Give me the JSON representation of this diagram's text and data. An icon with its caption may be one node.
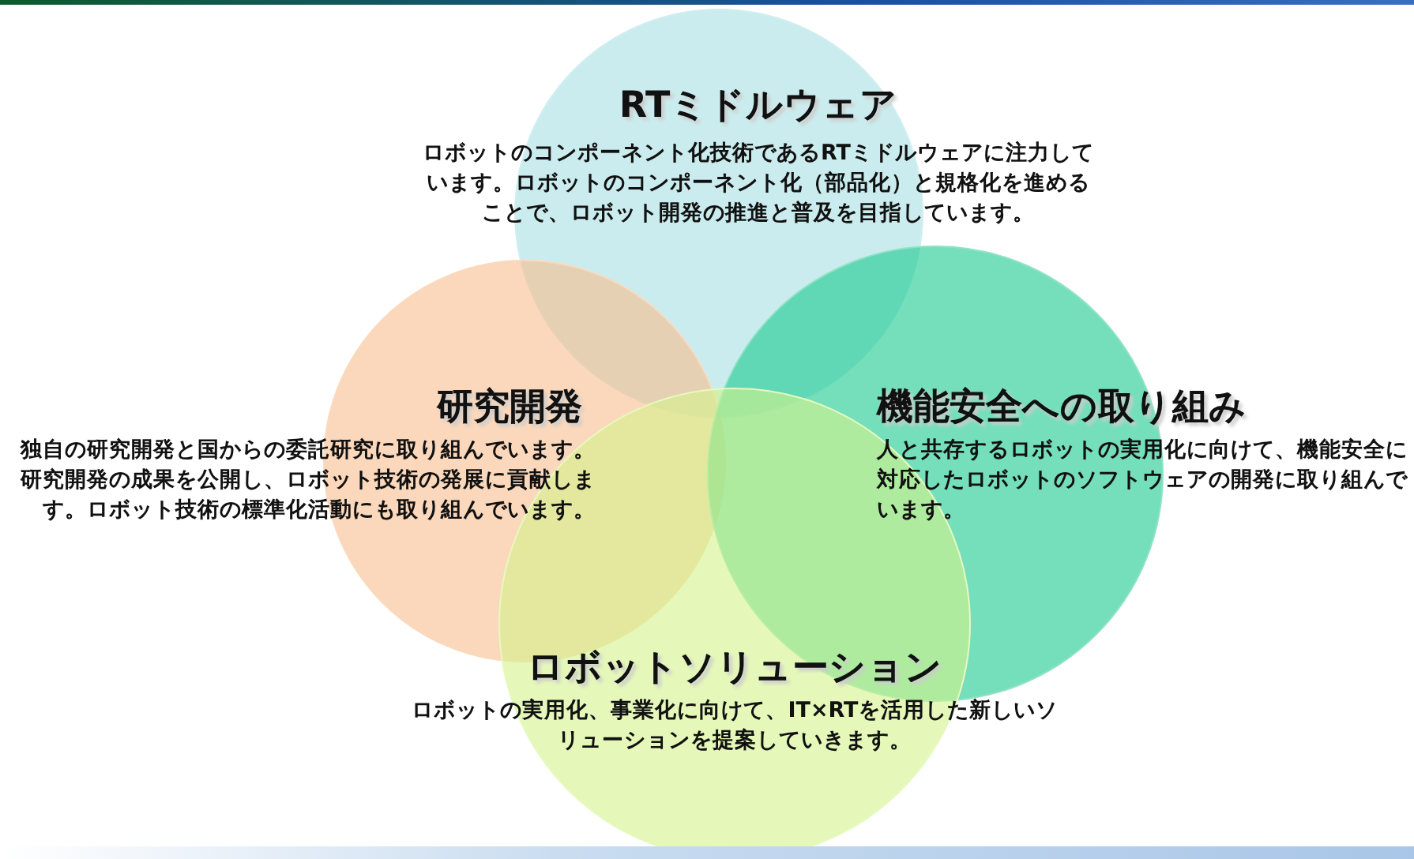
{
  "diagram": {
    "nodes": [
      {
        "text": [
          "RTミドルウェア",
          "ロボットのコンポーネント化技術であるRTミドルウェアに注力しています。ロボットのコンポーネント化（部品化）と規格化を進めることで、ロボット開発の推進と普及を目指しています。"
        ]
      },
      {
        "text": [
          "研究開発",
          "独自の研究開発と国からの委託研究に取り組んでいます。研究開発の成果を公開し、ロボット技術の発展に貢献します。ロボット技術の標準化活動にも取り組んでいます。"
        ]
      },
      {
        "text": [
          "機能安全への取り組み",
          "人と共存するロボットの実用化に向けて、機能安全に対応したロボットのソフトウェアの開発に取り組んでいます。"
        ]
      },
      {
        "text": [
          "ロボットソリューション",
          "ロボットの実用化、事業化に向けて、IT×RTを活用した新しいソリューションを提案していきます。"
        ]
      }
    ],
    "edges": []
  }
}
